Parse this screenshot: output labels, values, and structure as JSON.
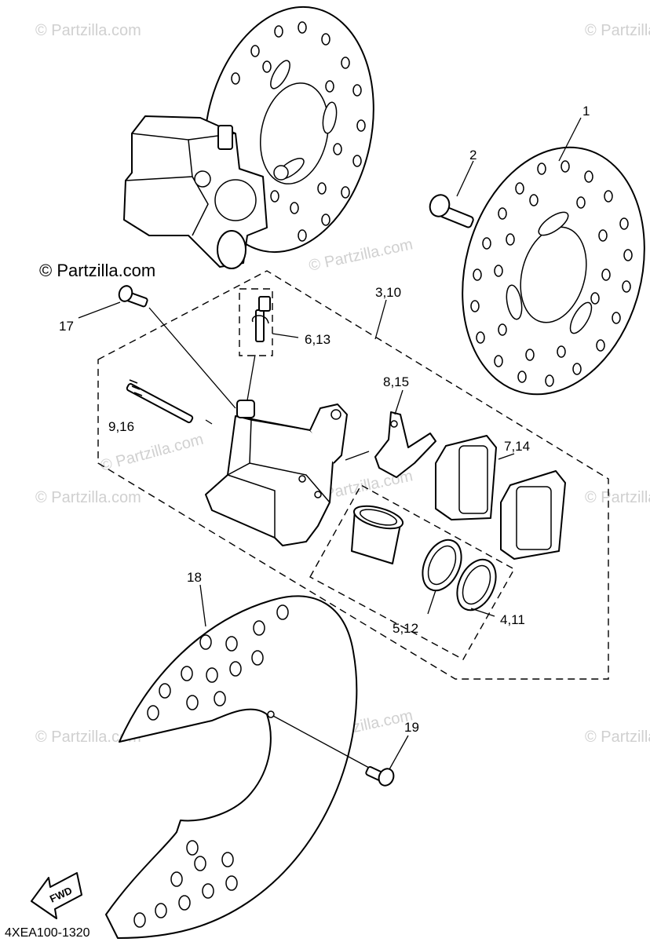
{
  "copyright_label": "© Partzilla.com",
  "watermark_text": "© Partzilla.com",
  "diagram_code": "4XEA100-1320",
  "fwd_label": "FWD",
  "callouts": {
    "c1": "1",
    "c2": "2",
    "c3": "3,10",
    "c4": "4,11",
    "c5": "5,12",
    "c6": "6,13",
    "c7": "7,14",
    "c8": "8,15",
    "c9": "9,16",
    "c17": "17",
    "c18": "18",
    "c19": "19"
  }
}
